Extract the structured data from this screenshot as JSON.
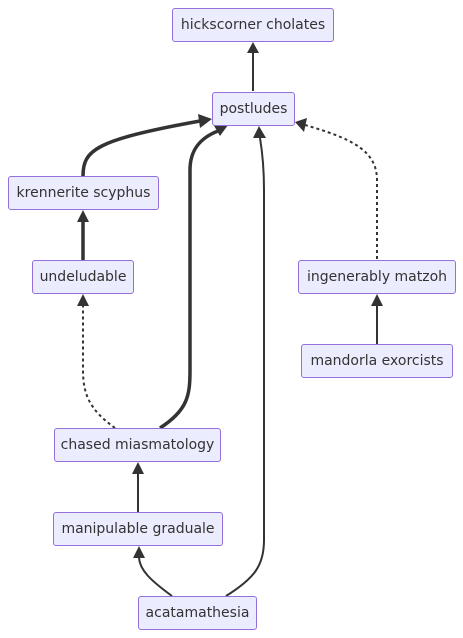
{
  "nodes": {
    "hickscorner": {
      "label": "hickscorner cholates"
    },
    "postludes": {
      "label": "postludes"
    },
    "krennerite": {
      "label": "krennerite scyphus"
    },
    "undeludable": {
      "label": "undeludable"
    },
    "ingenerably": {
      "label": "ingenerably matzoh"
    },
    "mandorla": {
      "label": "mandorla exorcists"
    },
    "chased": {
      "label": "chased miasmatology"
    },
    "manipulable": {
      "label": "manipulable graduale"
    },
    "acatamathesia": {
      "label": "acatamathesia"
    }
  },
  "edges": [
    {
      "from": "postludes",
      "to": "hickscorner",
      "style": "solid"
    },
    {
      "from": "krennerite",
      "to": "postludes",
      "style": "thick"
    },
    {
      "from": "chased",
      "to": "postludes",
      "style": "thick"
    },
    {
      "from": "acatamathesia",
      "to": "postludes",
      "style": "solid"
    },
    {
      "from": "ingenerably",
      "to": "postludes",
      "style": "dotted"
    },
    {
      "from": "undeludable",
      "to": "krennerite",
      "style": "thick"
    },
    {
      "from": "chased",
      "to": "undeludable",
      "style": "dotted"
    },
    {
      "from": "mandorla",
      "to": "ingenerably",
      "style": "solid"
    },
    {
      "from": "manipulable",
      "to": "chased",
      "style": "solid"
    },
    {
      "from": "acatamathesia",
      "to": "manipulable",
      "style": "solid"
    }
  ],
  "colors": {
    "node_fill": "#ECECFF",
    "node_border": "#9370DB",
    "edge": "#333333",
    "text": "#333333"
  }
}
